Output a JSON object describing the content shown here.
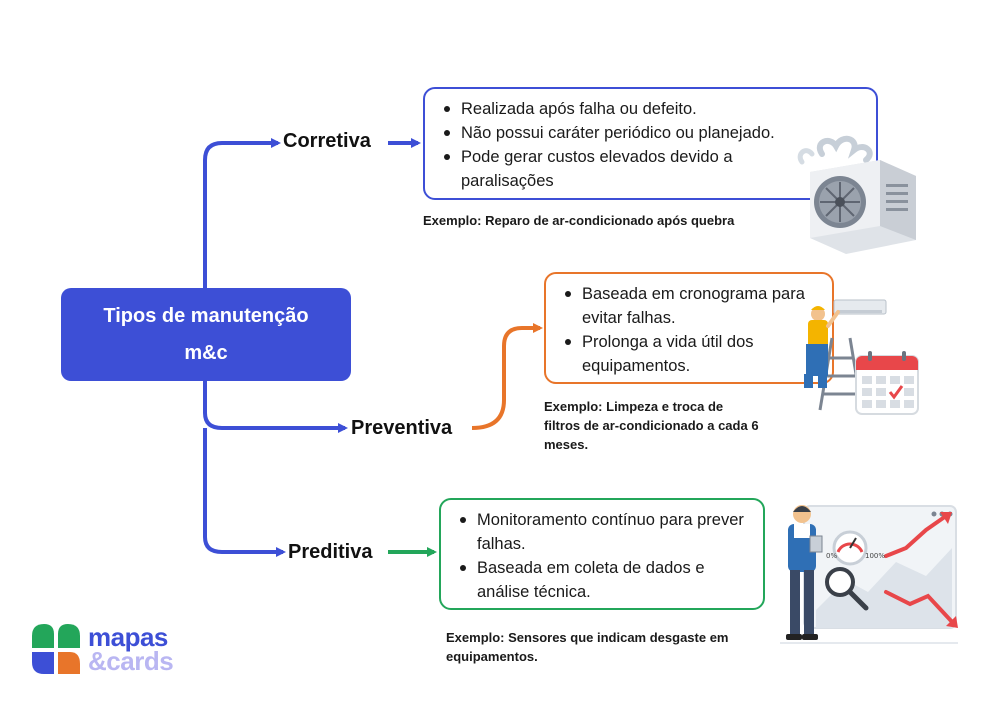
{
  "root": {
    "title": "Tipos de manutenção",
    "subtitle": "m&c"
  },
  "branches": [
    {
      "label": "Corretiva",
      "color": "#3d4fd6",
      "bullets": [
        "Realizada após falha ou defeito.",
        "Não possui caráter periódico ou planejado.",
        "Pode gerar custos elevados devido a paralisações"
      ],
      "example": "Exemplo: Reparo de ar-condicionado após quebra",
      "illustration": "air-conditioner-unit-icon"
    },
    {
      "label": "Preventiva",
      "color": "#e8752a",
      "bullets": [
        "Baseada em cronograma para evitar falhas.",
        "Prolonga a vida útil dos equipamentos."
      ],
      "example": "Exemplo: Limpeza e troca de filtros de ar-condicionado a cada 6 meses.",
      "illustration": "technician-ladder-calendar-icon"
    },
    {
      "label": "Preditiva",
      "color": "#23a65a",
      "bullets": [
        "Monitoramento contínuo para prever falhas.",
        "Baseada em coleta de dados e análise técnica."
      ],
      "example": "Exemplo: Sensores que indicam desgaste em equipamentos.",
      "illustration": "analyst-dashboard-icon"
    }
  ],
  "dashboard": {
    "gauge_left": "0%",
    "gauge_right": "100%"
  },
  "logo": {
    "line1": "mapas",
    "line2": "&cards",
    "color1": "#3d4fd6",
    "color2": "#b9b6f2"
  }
}
